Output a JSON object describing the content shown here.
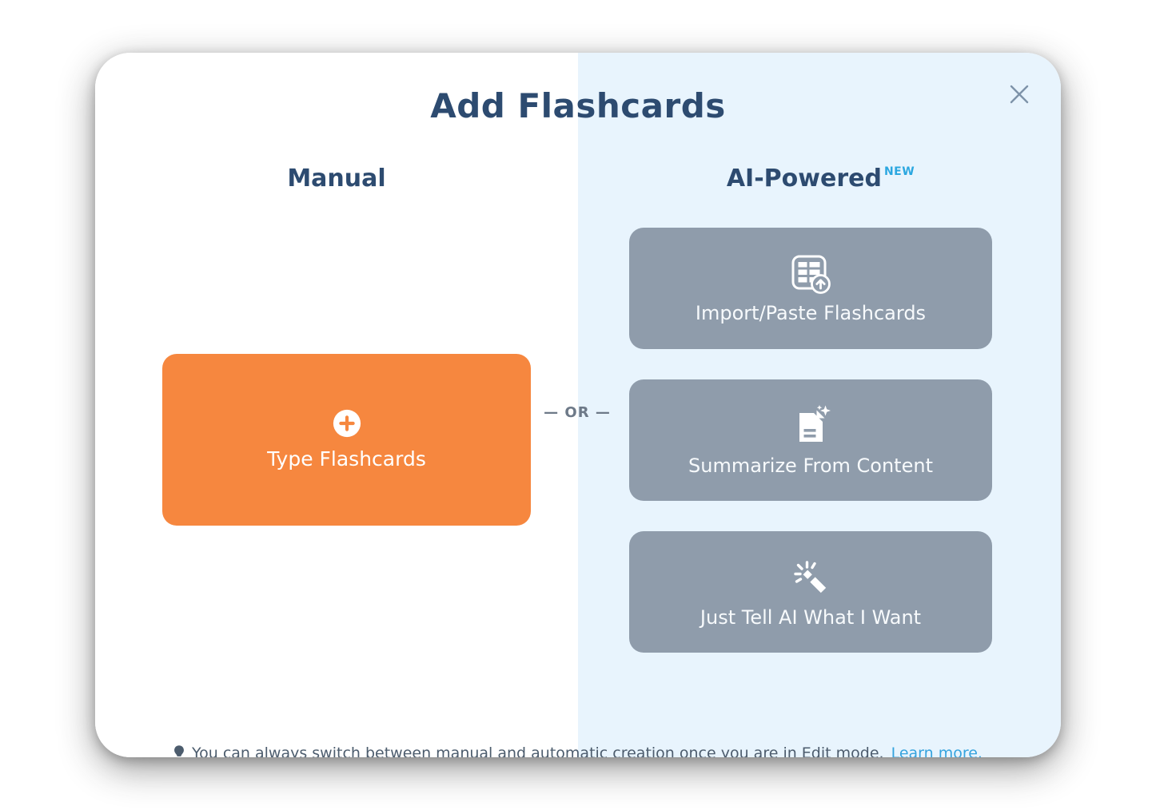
{
  "colors": {
    "heading_navy": "#2d4b70",
    "accent_orange": "#f6873f",
    "ai_button_gray": "#8f9cab",
    "ai_panel_blue": "#e8f4fd",
    "link_blue": "#35a3de",
    "new_badge_blue": "#2ba7e0"
  },
  "modal": {
    "title": "Add Flashcards"
  },
  "manual_section": {
    "heading": "Manual",
    "type_flashcards_button": {
      "label": "Type Flashcards",
      "icon": "plus-icon"
    }
  },
  "divider": {
    "label": "— OR —"
  },
  "ai_section": {
    "heading": "AI-Powered",
    "new_badge": "NEW",
    "buttons": [
      {
        "label": "Import/Paste Flashcards",
        "icon": "table-upload-icon"
      },
      {
        "label": "Summarize From Content",
        "icon": "document-sparkle-icon"
      },
      {
        "label": "Just Tell AI What I Want",
        "icon": "magic-wand-icon"
      }
    ]
  },
  "footer": {
    "icon": "lightbulb-icon",
    "text": "You can always switch between manual and automatic creation once you are in Edit mode.",
    "link_label": "Learn more."
  }
}
